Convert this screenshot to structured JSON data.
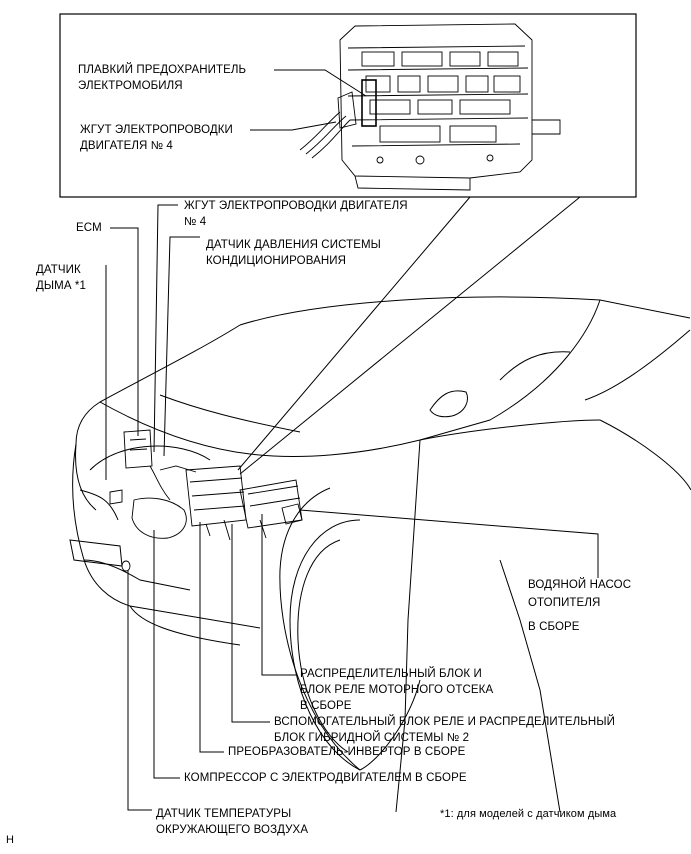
{
  "inset": {
    "fuse_line1": "ПЛАВКИЙ ПРЕДОХРАНИТЕЛЬ",
    "fuse_line2": "ЭЛЕКТРОМОБИЛЯ",
    "harness_line1": "ЖГУТ ЭЛЕКТРОПРОВОДКИ",
    "harness_line2": "ДВИГАТЕЛЯ № 4"
  },
  "labels": {
    "ecm": "ECM",
    "smoke_line1": "ДАТЧИК",
    "smoke_line2": "ДЫМА *1",
    "harness_line1": "ЖГУТ ЭЛЕКТРОПРОВОДКИ ДВИГАТЕЛЯ",
    "harness_line2": "№ 4",
    "ac_line1": "ДАТЧИК ДАВЛЕНИЯ СИСТЕМЫ",
    "ac_line2": "КОНДИЦИОНИРОВАНИЯ",
    "pump_line1": "ВОДЯНОЙ НАСОС",
    "pump_line2": "ОТОПИТЕЛЯ",
    "pump_line3": "В СБОРЕ",
    "relay_line1": "РАСПРЕДЕЛИТЕЛЬНЫЙ БЛОК И",
    "relay_line2": "БЛОК РЕЛЕ МОТОРНОГО ОТСЕКА",
    "relay_line3": "В СБОРЕ",
    "aux_line1": "ВСПОМОГАТЕЛЬНЫЙ БЛОК РЕЛЕ И РАСПРЕДЕЛИТЕЛЬНЫЙ",
    "aux_line2": "БЛОК ГИБРИДНОЙ СИСТЕМЫ № 2",
    "inverter": "ПРЕОБРАЗОВАТЕЛЬ-ИНВЕРТОР В СБОРЕ",
    "compressor": "КОМПРЕССОР  С ЭЛЕКТРОДВИГАТЕЛЕМ В СБОРЕ",
    "temp_line1": "ДАТЧИК ТЕМПЕРАТУРЫ",
    "temp_line2": "ОКРУЖАЮЩЕГО ВОЗДУХА"
  },
  "footnote": "*1: для моделей с датчиком дыма",
  "corner_mark": "H"
}
